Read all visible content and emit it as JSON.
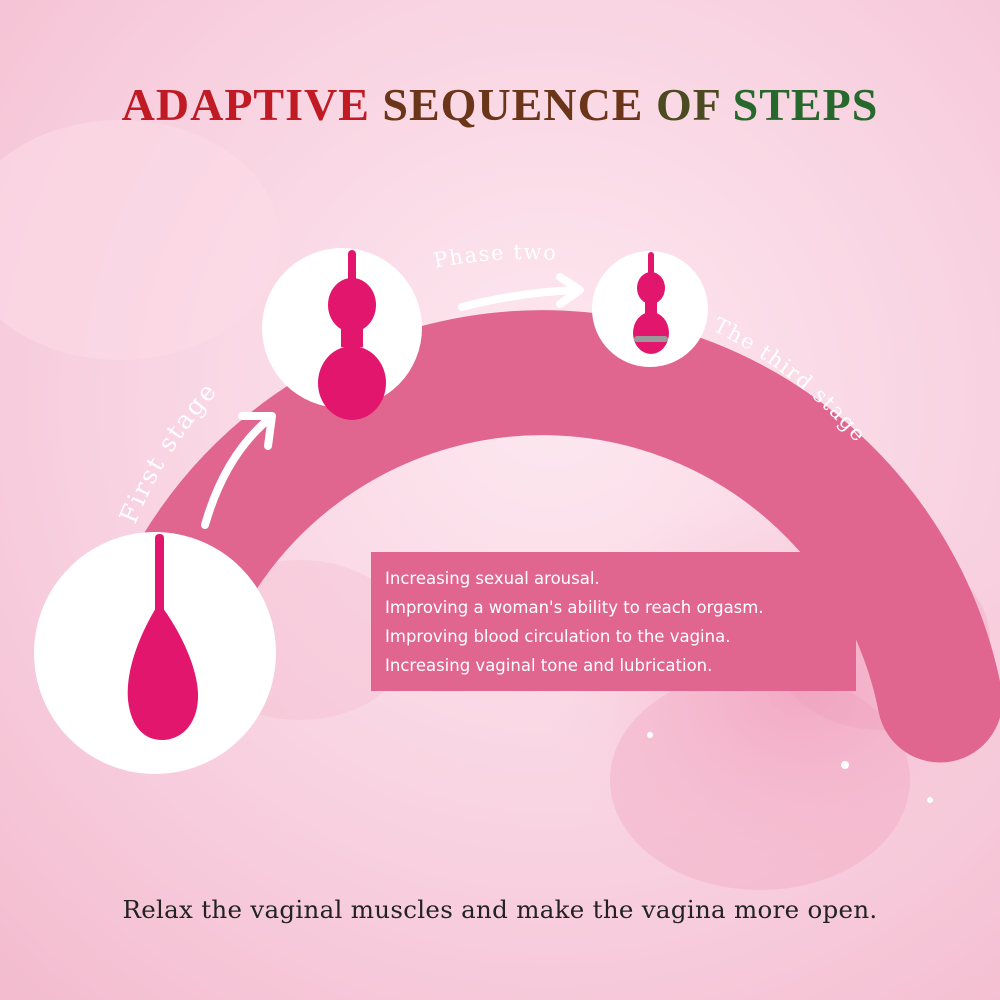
{
  "title": {
    "part1": "ADAPTIVE ",
    "part2": "SEQUENCE ",
    "part3": "OF ",
    "part4": "STEPS"
  },
  "colors": {
    "title_red": "#c01b24",
    "title_brown": "#6a3519",
    "title_green": "#27692c",
    "arch": "#e0668f",
    "product": "#e3166e"
  },
  "stages": {
    "first": "First stage",
    "second": "Phase two",
    "third": "The third stage"
  },
  "benefits": [
    "Increasing sexual arousal.",
    "Improving a woman's ability to reach orgasm.",
    "Improving blood circulation to the vagina.",
    "Increasing vaginal tone and lubrication."
  ],
  "footer": "Relax the vaginal muscles and make the vagina more open."
}
